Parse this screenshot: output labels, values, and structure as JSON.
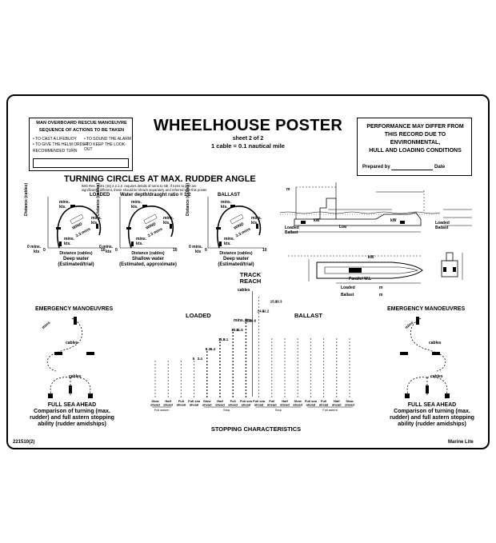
{
  "title": "WHEELHOUSE POSTER",
  "subtitle": "sheet 2 of 2",
  "cable_note": "1 cable = 0.1 nautical mile",
  "mob": {
    "heading1": "MAN OVERBOARD RESCUE MANOEUVRE",
    "heading2": "SEQUENCE OF ACTIONS TO BE TAKEN",
    "action1": "• TO CAST A LIFEBUOY",
    "action2": "• TO SOUND THE ALARM",
    "action3": "• TO GIVE THE HELM ORDER",
    "action4": "• TO KEEP THE LOOK-OUT",
    "recommended": "RECOMMENDED TURN"
  },
  "performance": {
    "line1": "PERFORMANCE MAY DIFFER FROM",
    "line2": "THIS RECORD DUE TO",
    "line3": "ENVIRONMENTAL,",
    "line4": "HULL AND LOADING CONDITIONS",
    "prepared": "Prepared by",
    "date": "Date"
  },
  "turning": {
    "title": "TURNING CIRCLES AT MAX. RUDDER ANGLE",
    "note1": "IMO Res. A601 (15) 2.2.1.2. requires details of turns to stb. If turns to port are",
    "note2": "significantly different, these should be shown separately and referred with this poster.",
    "loaded": "LOADED",
    "waterdepth": "Water depth/draught ratio = 1.2",
    "ballast": "BALLAST",
    "mins_kts": "mins.\nkts.",
    "wind": "WIND",
    "wind_speed": "2.3 mins",
    "distance_axis": "Distance (cables)",
    "zero_mins": "0 mins.",
    "kts": "kts",
    "axis_max": "10",
    "axis_zero": "0",
    "caption1_a": "Deep water",
    "caption1_b": "(Estimated/trial)",
    "caption2_a": "Shallow water",
    "caption2_b": "(Estimated, approximate)",
    "caption3_a": "Deep water",
    "caption3_b": "(Estimated/trial)"
  },
  "ship": {
    "m_label": "m",
    "kw": "kW",
    "loa": "Loa",
    "loaded_ballast": "Loaded\nBallast",
    "parallel": "Parallel W.L",
    "loaded": "Loaded",
    "ballast": "Ballast",
    "m": "m",
    "bow_thruster": "kW"
  },
  "emergency": {
    "title_left": "EMERGENCY MANOEUVRES",
    "title_right": "EMERGENCY MANOEUVRES",
    "mins": "mins",
    "cables": "cables",
    "full_sea": "FULL SEA AHEAD",
    "comparison1": "Comparison of turning (max.",
    "comparison2": "rudder) and full astern stopping",
    "comparison3": "ability (rudder amidships)"
  },
  "stopping": {
    "track_reach": "TRACK\nREACH",
    "cables": "cables",
    "loaded": "LOADED",
    "ballast": "BALLAST",
    "title": "STOPPING CHARACTERISTICS",
    "mins_kts": "mins. kts.",
    "columns": [
      "Slow\nahead",
      "Half\nahead",
      "Full\nahead",
      "Full sea\nahead",
      "Slow\nahead",
      "Half\nahead",
      "Full\nahead",
      "Full sea\nahead",
      "Full sea\nahead",
      "Full\nahead",
      "Half\nahead",
      "Slow\nahead",
      "Full sea\nahead",
      "Full\nahead",
      "Half\nahead",
      "Slow\nahead"
    ],
    "group_full_astern": "Full astern",
    "group_stop": "Stop",
    "loaded_values": [
      3.4,
      6.4,
      8.1,
      11.5,
      10.6,
      12.2,
      13.3
    ],
    "loaded_speeds": [
      "5",
      "8.3",
      "11.5",
      "13.5",
      "12.3",
      "14.4",
      "15.3"
    ]
  },
  "footer": {
    "code": "221510(2)",
    "brand": "Marine Lite"
  }
}
